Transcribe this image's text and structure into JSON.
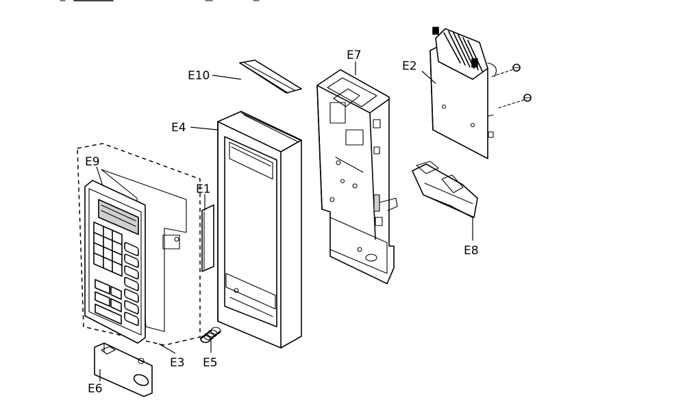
{
  "diagram": {
    "labels": {
      "E2": "E2",
      "E3": "E3",
      "E4": "E4",
      "E5": "E5",
      "E6": "E6",
      "E7": "E7",
      "E8": "E8",
      "E9": "E9",
      "E10": "E10",
      "E1": "E1"
    }
  }
}
